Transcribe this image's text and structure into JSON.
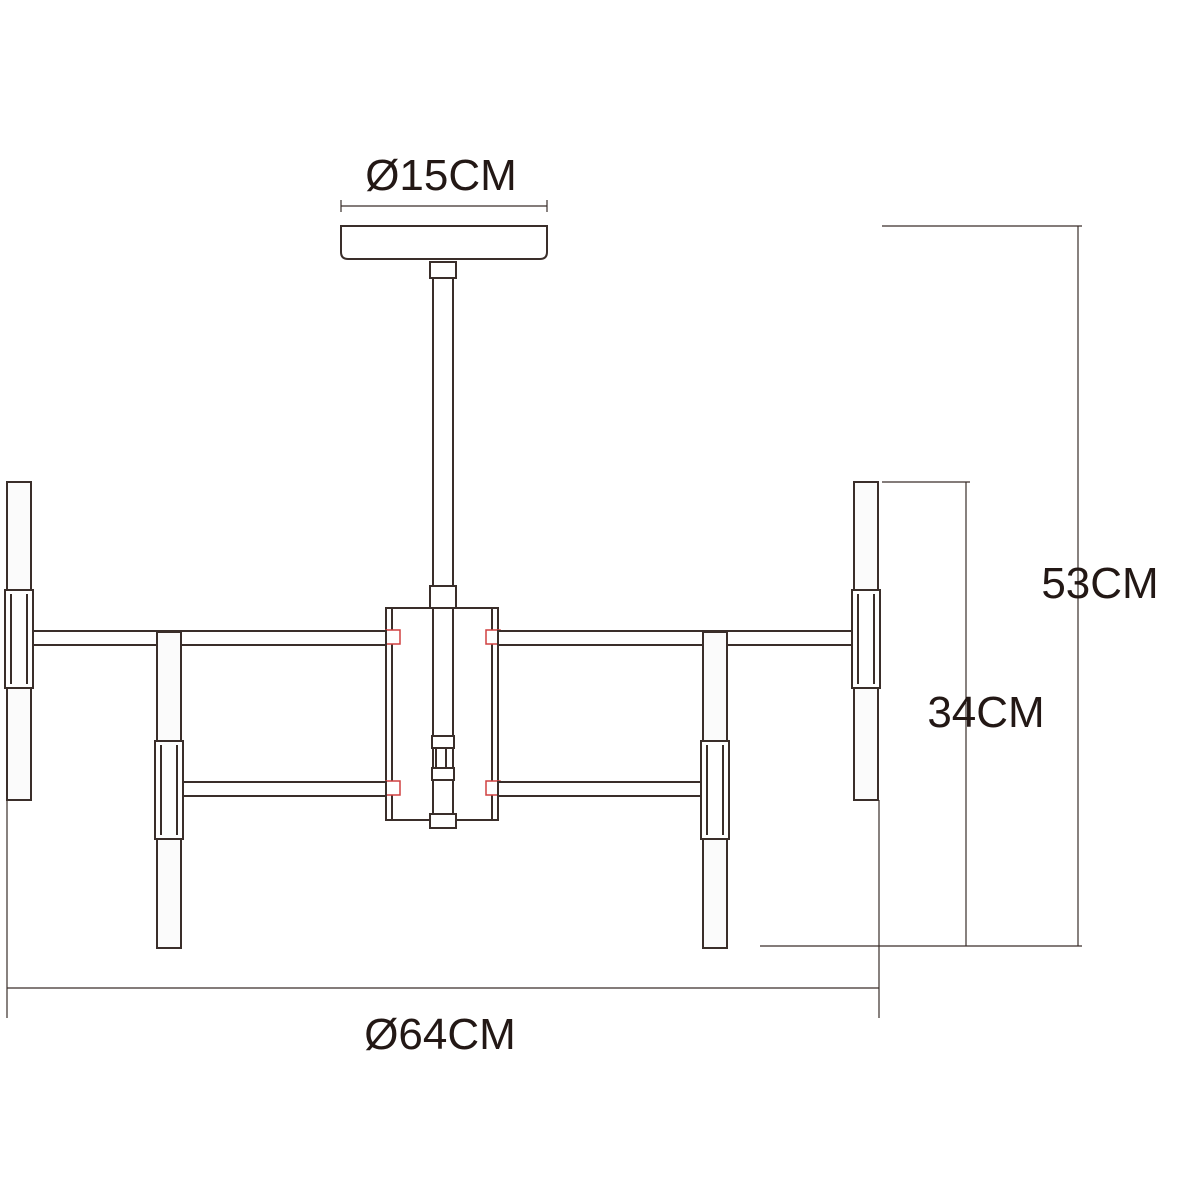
{
  "dimensions": {
    "canopy_diameter": "Ø15CM",
    "total_height": "53CM",
    "body_height": "34CM",
    "total_diameter": "Ø64CM"
  },
  "colors": {
    "line": "#3a2e2a",
    "text": "#231815",
    "clip_accent": "#d04040"
  }
}
